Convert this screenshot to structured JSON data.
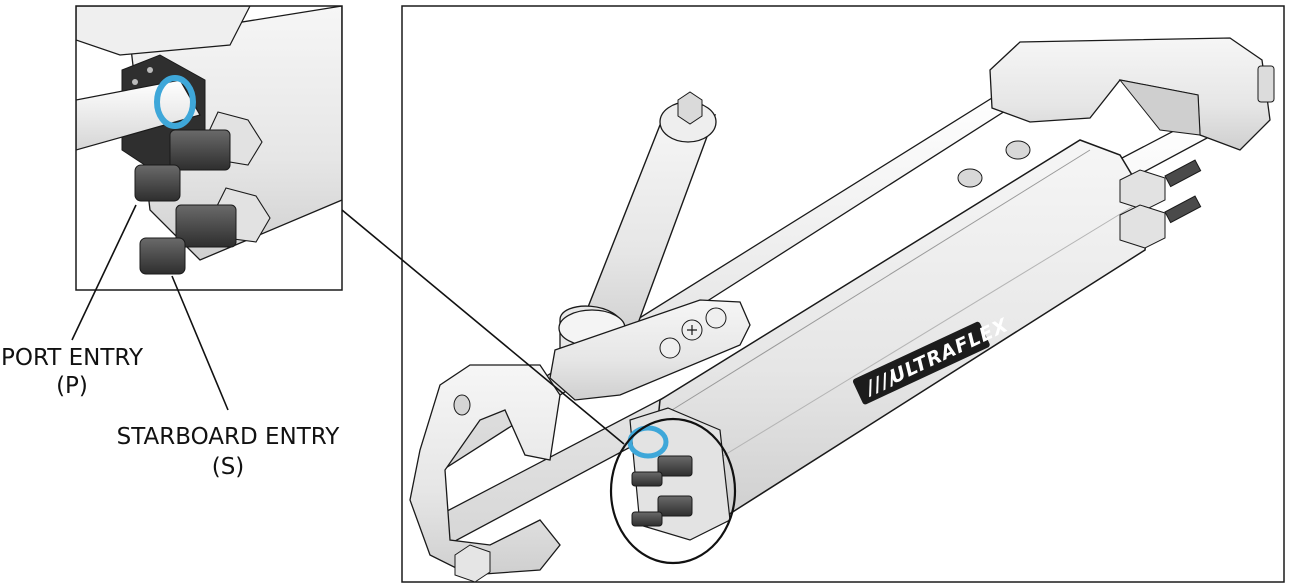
{
  "callouts": {
    "port": {
      "line1": "PORT ENTRY",
      "line2": "(P)"
    },
    "starboard": {
      "line1": "STARBOARD ENTRY",
      "line2": "(S)"
    }
  },
  "brand": {
    "logo_text": "ULTRAFLEX",
    "logo_mark": "////"
  },
  "colors": {
    "body": "#ececec",
    "body_shade": "#d4d4d4",
    "outline": "#1a1a1a",
    "fitting": "#4a4a4a",
    "seal": "#3ea7d9",
    "logo_bg": "#1c1c1c"
  }
}
